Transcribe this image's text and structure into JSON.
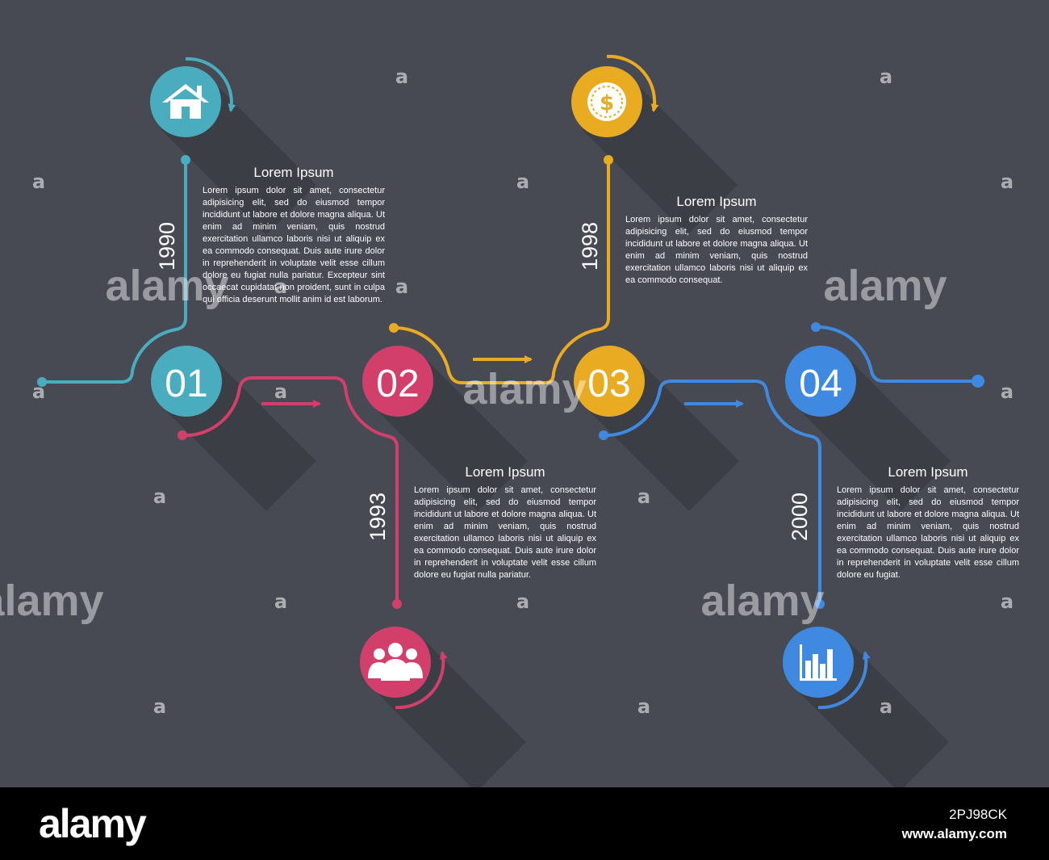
{
  "colors": {
    "background": "#484a53",
    "step1": "#4aacbf",
    "step2": "#d23f6b",
    "step3": "#e8ab21",
    "step4": "#3f8ae0",
    "text": "#ffffff"
  },
  "steps": [
    {
      "number": "01",
      "year": "1990",
      "icon": "home-icon",
      "heading": "Lorem Ipsum",
      "body": "Lorem ipsum dolor sit amet, consectetur adipisicing elit, sed do eiusmod tempor incididunt ut labore et dolore magna aliqua. Ut enim ad minim veniam, quis nostrud exercitation ullamco laboris nisi ut aliquip ex ea commodo consequat. Duis aute irure dolor in reprehenderit in voluptate velit esse cillum dolore eu fugiat nulla pariatur. Excepteur sint occaecat cupidatat non proident, sunt in culpa qui officia deserunt mollit anim id est laborum."
    },
    {
      "number": "02",
      "year": "1993",
      "icon": "people-icon",
      "heading": "Lorem Ipsum",
      "body": "Lorem ipsum dolor sit amet, consectetur adipisicing elit, sed do eiusmod tempor incididunt ut labore et dolore magna aliqua. Ut enim ad minim veniam, quis nostrud exercitation ullamco laboris nisi ut aliquip ex ea commodo consequat. Duis aute irure dolor in reprehenderit in voluptate velit esse cillum dolore eu fugiat nulla pariatur."
    },
    {
      "number": "03",
      "year": "1998",
      "icon": "dollar-coin-icon",
      "heading": "Lorem Ipsum",
      "body": "Lorem ipsum dolor sit amet, consectetur adipisicing elit, sed do eiusmod tempor incididunt ut labore et dolore magna aliqua. Ut enim ad minim veniam, quis nostrud exercitation ullamco laboris nisi ut aliquip ex ea commodo consequat."
    },
    {
      "number": "04",
      "year": "2000",
      "icon": "bar-chart-icon",
      "heading": "Lorem Ipsum",
      "body": "Lorem ipsum dolor sit amet, consectetur adipisicing elit, sed do eiusmod tempor incididunt ut labore et dolore magna aliqua. Ut enim ad minim veniam, quis nostrud exercitation ullamco laboris nisi ut aliquip ex ea commodo consequat. Duis aute irure dolor in reprehenderit in voluptate velit esse cillum dolore eu fugiat."
    }
  ],
  "watermark": {
    "word": "alamy",
    "letter": "a"
  },
  "footer": {
    "logo": "alamy",
    "image_id": "2PJ98CK",
    "url": "www.alamy.com"
  }
}
